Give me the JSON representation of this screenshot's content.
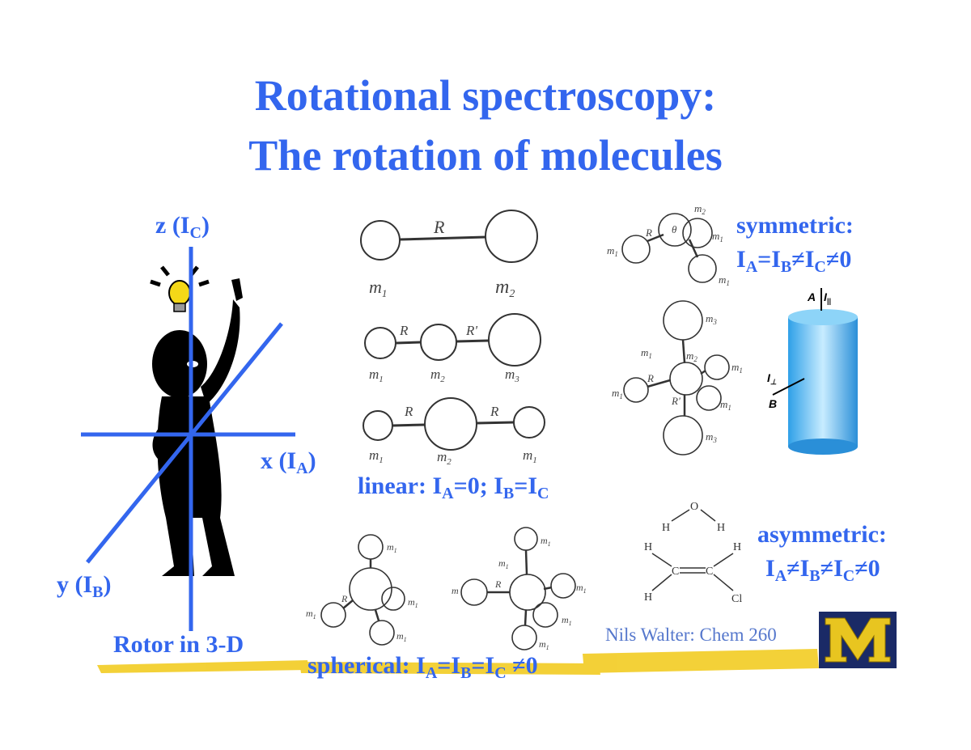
{
  "title": {
    "line1": "Rotational spectroscopy:",
    "line2": "The rotation of molecules"
  },
  "axes": {
    "z_label": "z (I",
    "z_sub": "C",
    "x_label": "x (I",
    "x_sub": "A",
    "y_label": "y (I",
    "y_sub": "B",
    "close": ")"
  },
  "rotor_caption": "Rotor in 3-D",
  "linear": {
    "text1": "linear: I",
    "sub1": "A",
    "text2": "=0; I",
    "sub2": "B",
    "text3": "=I",
    "sub3": "C"
  },
  "symmetric": {
    "name": "symmetric:",
    "t1": "I",
    "s1": "A",
    "t2": "=I",
    "s2": "B",
    "t3": "≠I",
    "s3": "C",
    "t4": "≠0"
  },
  "asymmetric": {
    "name": "asymmetric:",
    "t1": "I",
    "s1": "A",
    "t2": "≠I",
    "s2": "B",
    "t3": "≠I",
    "s3": "C",
    "t4": "≠0"
  },
  "spherical": {
    "t1": "spherical: I",
    "s1": "A",
    "t2": "=I",
    "s2": "B",
    "t3": "=I",
    "s3": "C",
    "t4": " ≠0"
  },
  "molecule_labels": {
    "m1": "m",
    "sub1": "1",
    "sub2": "2",
    "sub3": "3",
    "R": "R",
    "Rp": "R'",
    "theta": "θ",
    "m": "m"
  },
  "atoms": {
    "O": "O",
    "H": "H",
    "C": "C",
    "Cl": "Cl"
  },
  "cylinder": {
    "A": "A",
    "I_par": "I",
    "par_sub": "||",
    "I_perp": "I",
    "perp_sub": "⊥",
    "B": "B"
  },
  "credit": "Nils Walter: Chem 260",
  "logo_letter": "M",
  "colors": {
    "title": "#3366ee",
    "axes": "#3366ee",
    "highlight": "#f2cc22",
    "logo_blue": "#1a2a66",
    "logo_gold": "#e8c520"
  }
}
